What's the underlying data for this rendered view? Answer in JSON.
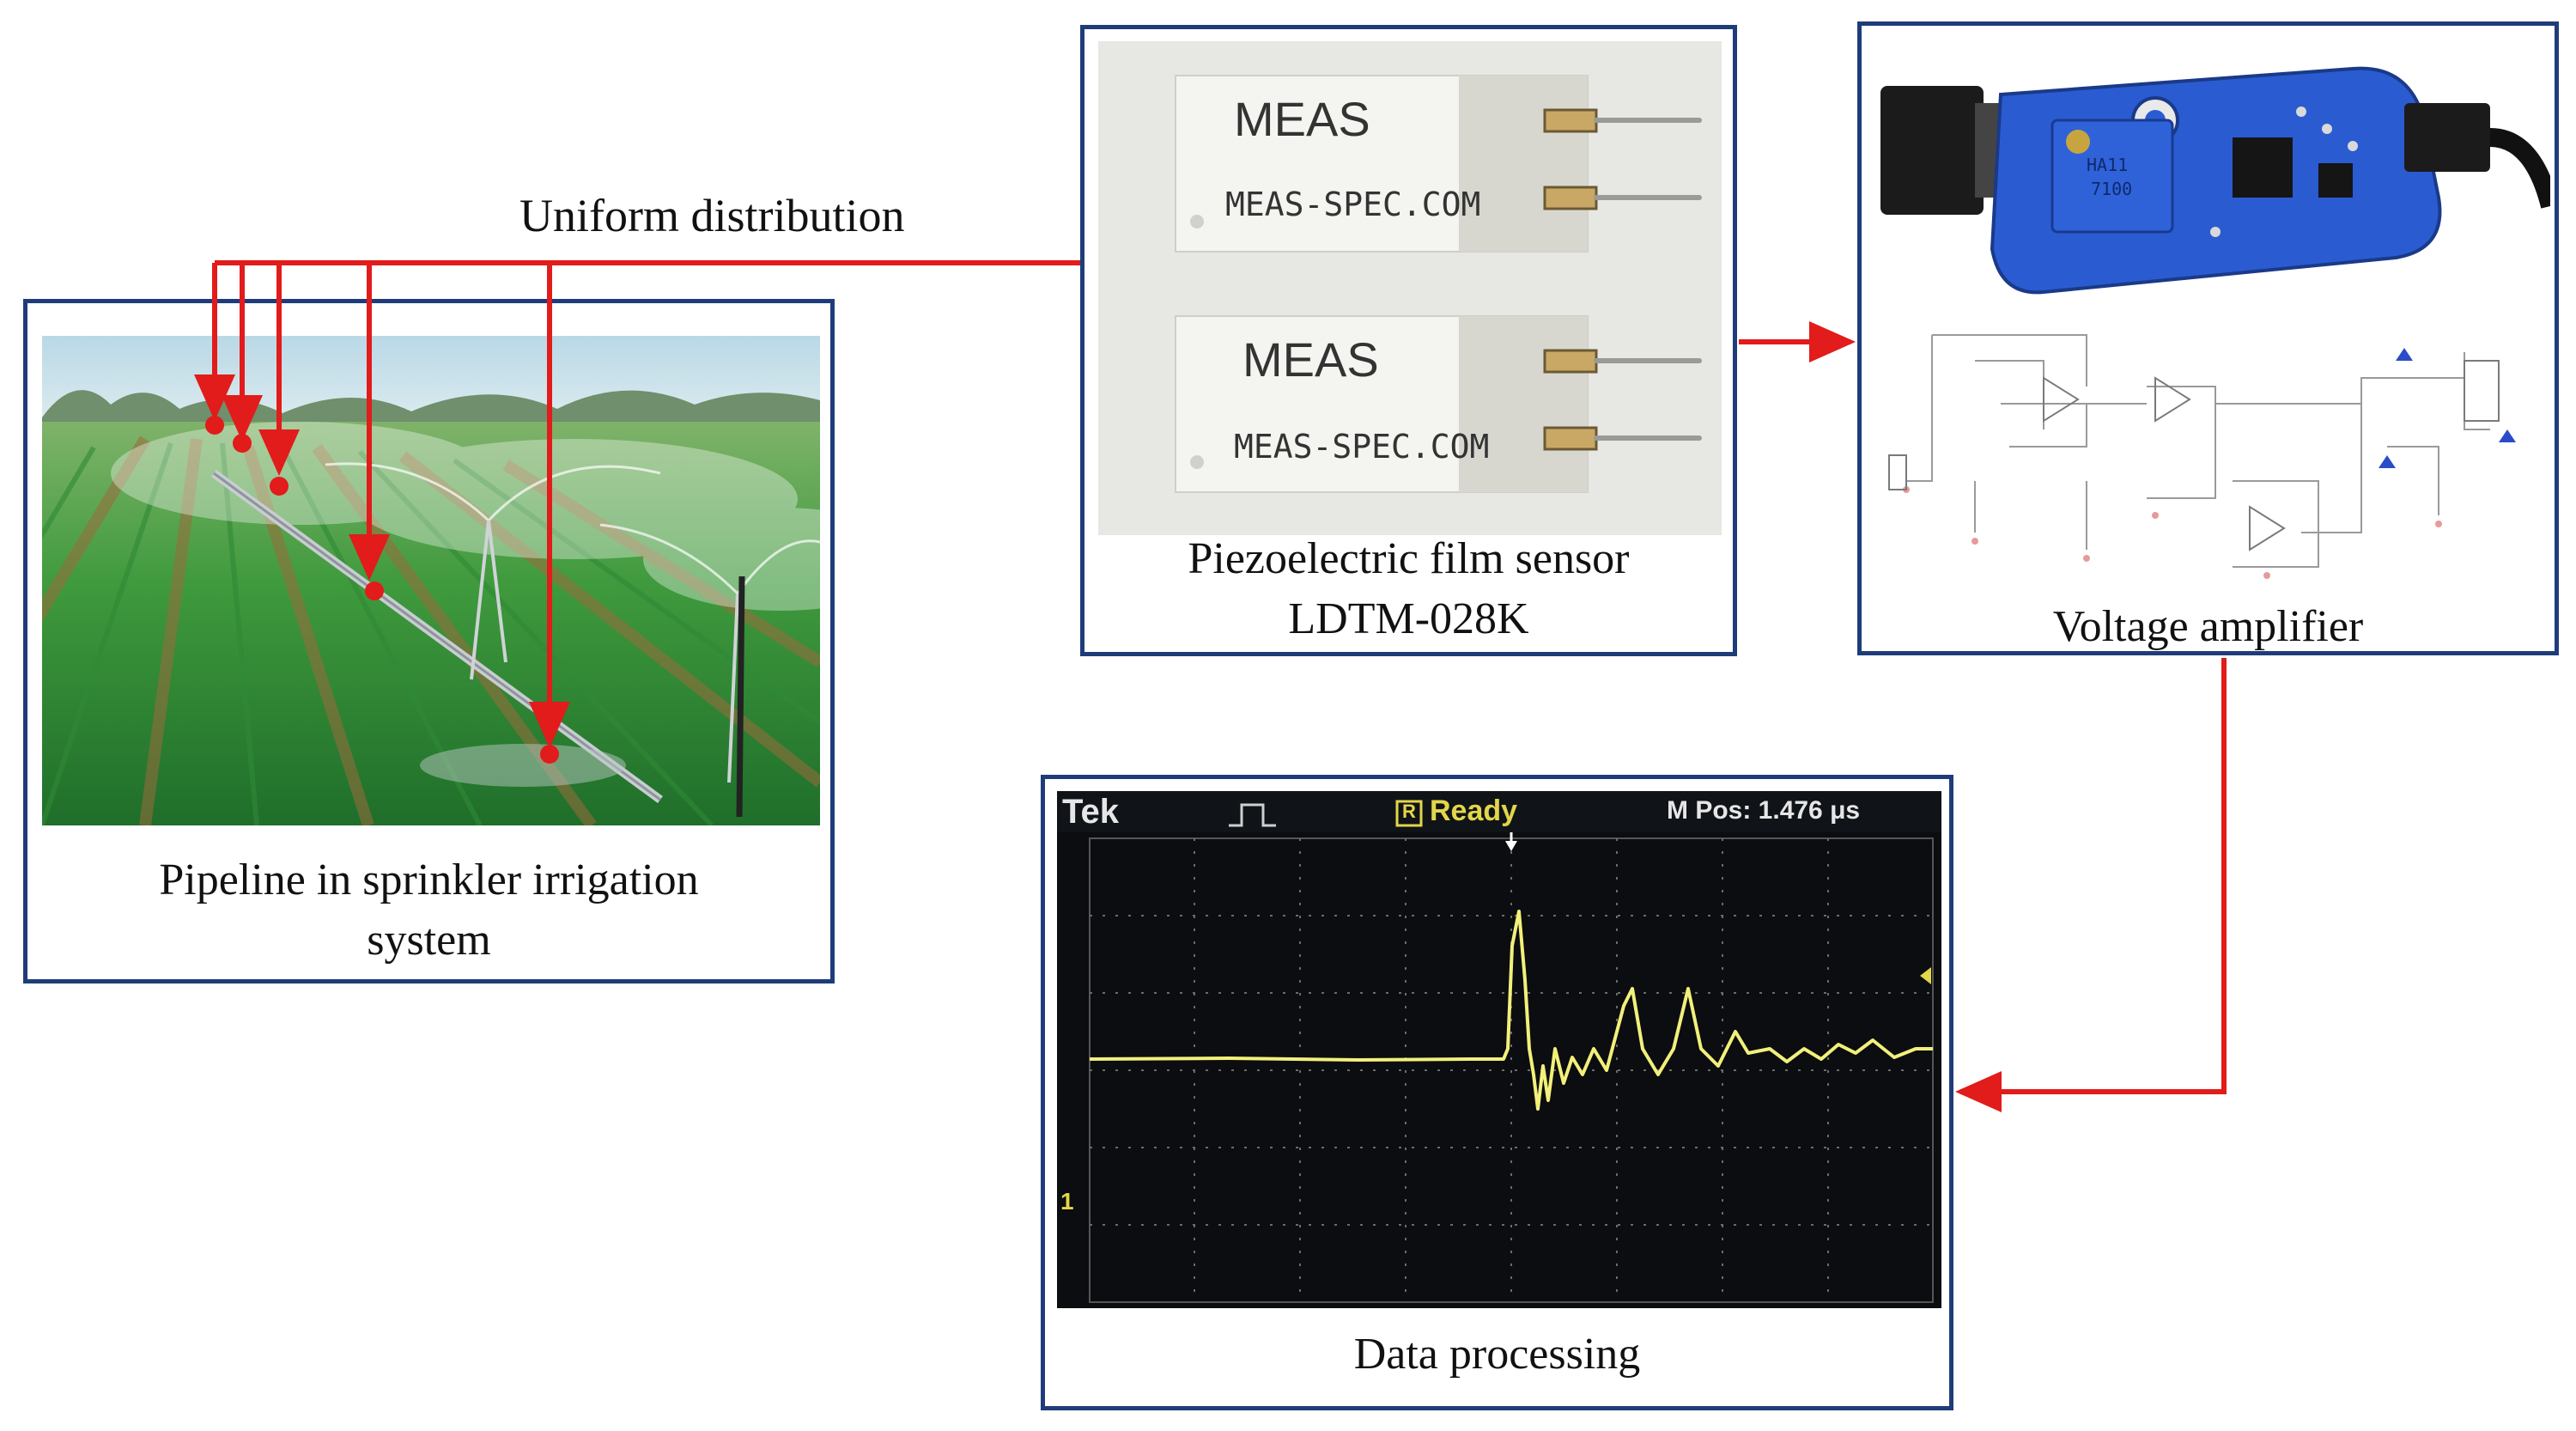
{
  "annotations": {
    "uniform_distribution": "Uniform distribution"
  },
  "nodes": {
    "pipeline": {
      "caption_line1": "Pipeline in sprinkler irrigation",
      "caption_line2": "system"
    },
    "sensor": {
      "caption_line1": "Piezoelectric film sensor",
      "caption_line2": "LDTM-028K",
      "film_brand": "MEAS",
      "film_url": "MEAS-SPEC.COM"
    },
    "amplifier": {
      "caption": "Voltage amplifier",
      "chip_text_1": "HA11",
      "chip_text_2": "7100"
    },
    "processing": {
      "caption": "Data processing",
      "scope_brand": "Tek",
      "scope_status": "Ready",
      "scope_status_icon": "R",
      "scope_position": "M Pos: 1.476 μs",
      "scope_channel": "1"
    }
  },
  "colors": {
    "frame": "#1f3c7a",
    "arrow": "#e21b1b",
    "trace": "#f2f07a",
    "scope_bg": "#0b0d10"
  }
}
